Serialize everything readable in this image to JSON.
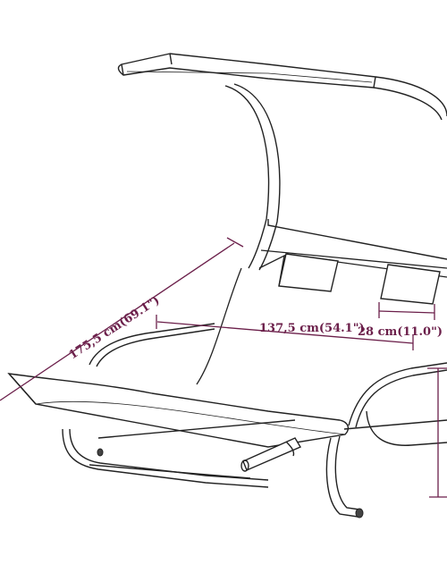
{
  "colors": {
    "line": "#222222",
    "dimension": "#6b1f4a",
    "background": "#ffffff"
  },
  "dimensions": {
    "length_label": "175,5 cm(69.1\")",
    "seat_length_label": "137,5 cm(54.1\")",
    "pillow_label": "28 cm(11.0\")"
  }
}
